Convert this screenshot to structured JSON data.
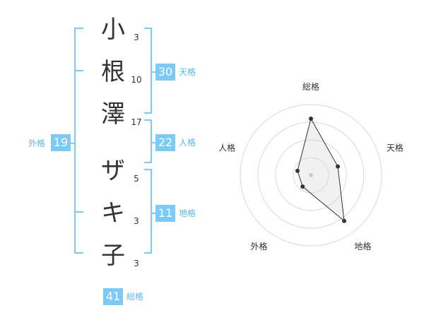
{
  "name": {
    "chars": [
      {
        "char": "小",
        "strokes": "3"
      },
      {
        "char": "根",
        "strokes": "10"
      },
      {
        "char": "澤",
        "strokes": "17"
      },
      {
        "char": "ザ",
        "strokes": "5"
      },
      {
        "char": "キ",
        "strokes": "3"
      },
      {
        "char": "子",
        "strokes": "3"
      }
    ]
  },
  "fortunes": {
    "tenkaku": {
      "label": "天格",
      "value": "30"
    },
    "jinkaku": {
      "label": "人格",
      "value": "22"
    },
    "chikaku": {
      "label": "地格",
      "value": "11"
    },
    "gaikaku": {
      "label": "外格",
      "value": "19"
    },
    "soukaku": {
      "label": "総格",
      "value": "41"
    }
  },
  "colors": {
    "bracket": "#7ccaf5",
    "badge": "#7ccaf5",
    "label": "#5ab8ea",
    "text": "#333333"
  },
  "chart_data": {
    "type": "radar",
    "axes": [
      "総格",
      "天格",
      "地格",
      "外格",
      "人格"
    ],
    "values": [
      4,
      2,
      4,
      1,
      1
    ],
    "max": 5,
    "rings": 4
  }
}
